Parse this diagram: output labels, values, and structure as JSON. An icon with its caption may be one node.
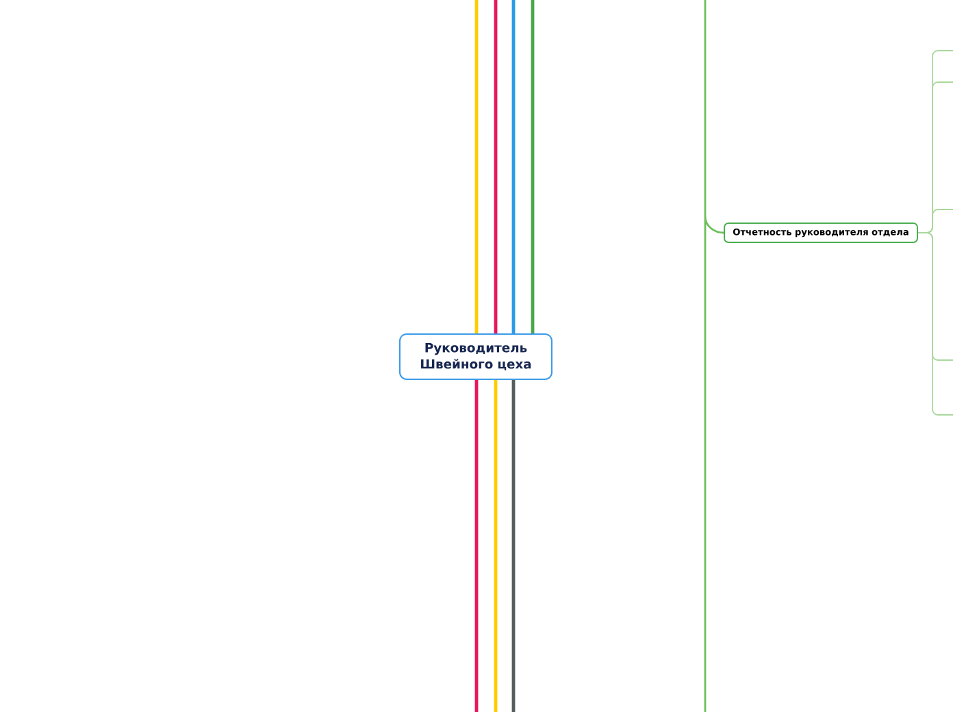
{
  "diagram": {
    "nodes": [
      {
        "text": [
          "Руководитель Швейного цеха"
        ]
      },
      {
        "text": [
          "Отчетность руководителя отдела"
        ]
      }
    ],
    "edges": [
      {
        "from": 0,
        "to": null,
        "arrow": "none",
        "color": "#ffcc00"
      },
      {
        "from": 0,
        "to": null,
        "arrow": "none",
        "color": "#e8175d"
      },
      {
        "from": 0,
        "to": null,
        "arrow": "none",
        "color": "#2b9be8"
      },
      {
        "from": 0,
        "to": null,
        "arrow": "none",
        "color": "#4ca64c"
      },
      {
        "from": 0,
        "to": null,
        "arrow": "none",
        "color": "#e8175d"
      },
      {
        "from": 0,
        "to": null,
        "arrow": "none",
        "color": "#ffcc00"
      },
      {
        "from": 0,
        "to": null,
        "arrow": "none",
        "color": "#555d5d"
      },
      {
        "from": null,
        "to": 1,
        "arrow": "none",
        "color": "#6cbf5a"
      },
      {
        "from": 1,
        "to": null,
        "arrow": "none",
        "color": "#a9d89b"
      },
      {
        "from": 1,
        "to": null,
        "arrow": "none",
        "color": "#a9d89b"
      },
      {
        "from": 1,
        "to": null,
        "arrow": "none",
        "color": "#a9d89b"
      },
      {
        "from": 1,
        "to": null,
        "arrow": "none",
        "color": "#a9d89b"
      },
      {
        "from": 1,
        "to": null,
        "arrow": "none",
        "color": "#a9d89b"
      }
    ]
  }
}
